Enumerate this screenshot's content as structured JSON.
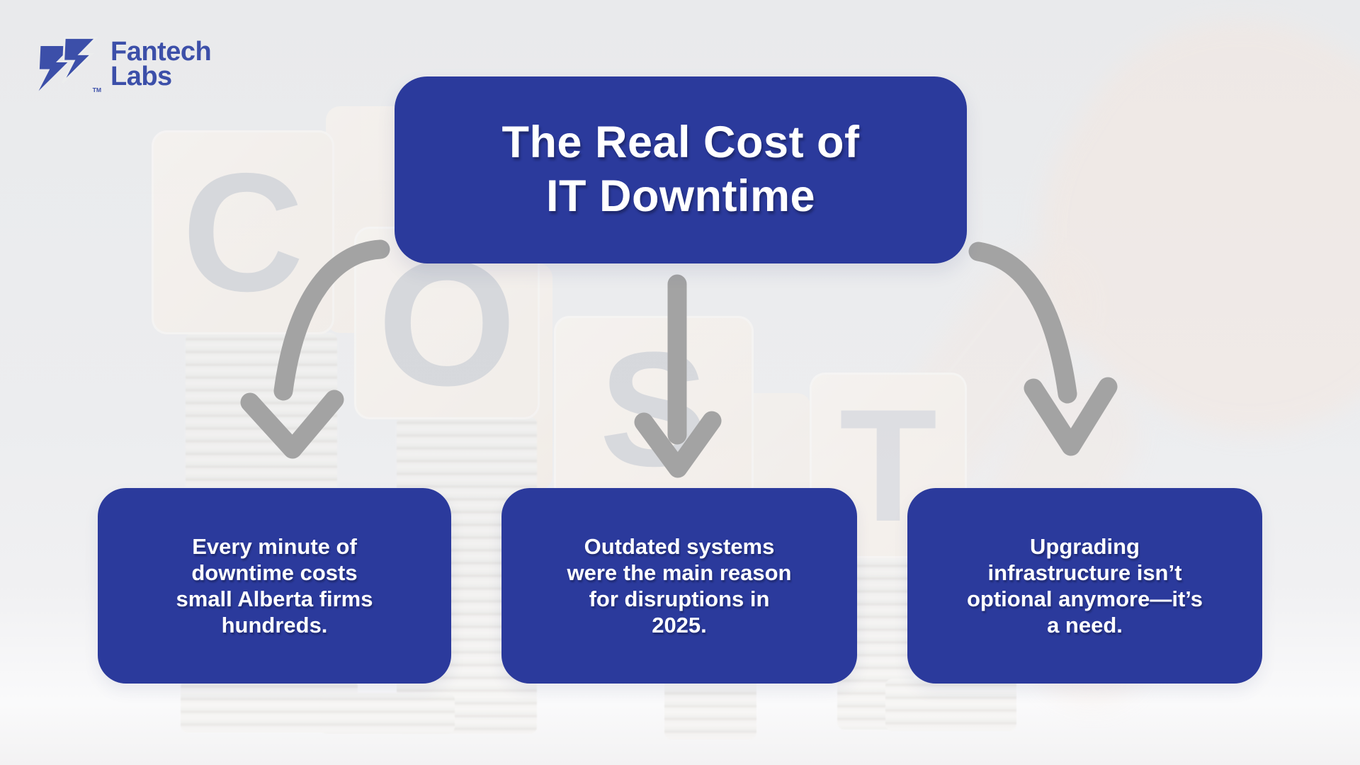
{
  "colors": {
    "accent_blue": "#2b3a9c",
    "logo_blue": "#3c4fa9",
    "arrow_gray": "#a3a3a3",
    "background_gray": "#ebecee"
  },
  "brand": {
    "name_line1": "Fantech",
    "name_line2": "Labs",
    "trademark": "TM"
  },
  "title": {
    "lines": [
      "The Real Cost of",
      "IT Downtime"
    ]
  },
  "cards": [
    {
      "lines": [
        "Every minute of",
        "downtime costs",
        "small Alberta firms",
        "hundreds."
      ]
    },
    {
      "lines": [
        "Outdated systems",
        "were the main reason",
        "for disruptions in",
        "2025."
      ]
    },
    {
      "lines": [
        "Upgrading",
        "infrastructure isn’t",
        "optional anymore—it’s",
        "a need."
      ]
    }
  ],
  "background_photo": {
    "block_letters": [
      "C",
      "O",
      "S",
      "T"
    ],
    "scene": "hand placing wooden letter blocks spelling COST on stacks of coins"
  }
}
